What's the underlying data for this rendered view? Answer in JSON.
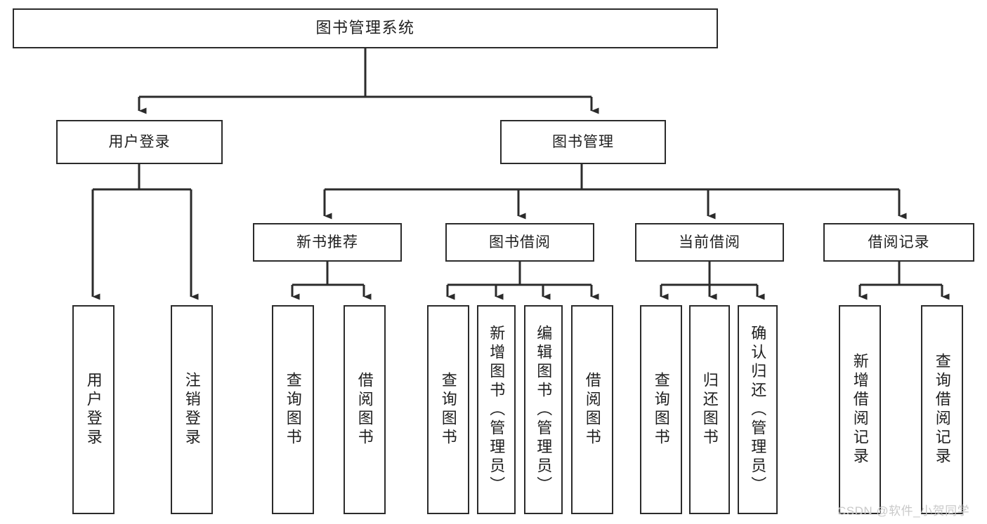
{
  "diagram": {
    "title": "图书管理系统",
    "type": "tree-hierarchy-diagram",
    "style": {
      "border_color": "#2b2b2b",
      "text_color": "#1f1f1f",
      "background": "#ffffff",
      "edge_color": "#2b2b2b",
      "watermark_color": "#c9c9c9"
    },
    "watermark": "CSDN @软件_小贺同学",
    "levels": {
      "root": "图书管理系统",
      "level2": [
        "用户登录",
        "图书管理"
      ],
      "level3": [
        "新书推荐",
        "图书借阅",
        "当前借阅",
        "借阅记录"
      ]
    },
    "nodes": {
      "root": {
        "label": "图书管理系统",
        "orientation": "horizontal"
      },
      "user_login": {
        "label": "用户登录",
        "orientation": "horizontal"
      },
      "book_manage": {
        "label": "图书管理",
        "orientation": "horizontal"
      },
      "new_book_rec": {
        "label": "新书推荐",
        "orientation": "horizontal"
      },
      "book_borrow": {
        "label": "图书借阅",
        "orientation": "horizontal"
      },
      "current_borrow": {
        "label": "当前借阅",
        "orientation": "horizontal"
      },
      "borrow_record": {
        "label": "借阅记录",
        "orientation": "horizontal"
      },
      "leaf_user_login": {
        "label": "用户登录",
        "orientation": "vertical"
      },
      "leaf_logout": {
        "label": "注销登录",
        "orientation": "vertical"
      },
      "leaf_query_book_1": {
        "label": "查询图书",
        "orientation": "vertical"
      },
      "leaf_borrow_book_1": {
        "label": "借阅图书",
        "orientation": "vertical"
      },
      "leaf_query_book_2": {
        "label": "查询图书",
        "orientation": "vertical"
      },
      "leaf_add_book_admin": {
        "label": "新增图书（管理员）",
        "orientation": "vertical"
      },
      "leaf_edit_book_admin": {
        "label": "编辑图书（管理员）",
        "orientation": "vertical"
      },
      "leaf_borrow_book_2": {
        "label": "借阅图书",
        "orientation": "vertical"
      },
      "leaf_query_book_3": {
        "label": "查询图书",
        "orientation": "vertical"
      },
      "leaf_return_book": {
        "label": "归还图书",
        "orientation": "vertical"
      },
      "leaf_confirm_return_admin": {
        "label": "确认归还（管理员）",
        "orientation": "vertical"
      },
      "leaf_add_borrow_record": {
        "label": "新增借阅记录",
        "orientation": "vertical"
      },
      "leaf_query_borrow_record": {
        "label": "查询借阅记录",
        "orientation": "vertical"
      }
    }
  }
}
